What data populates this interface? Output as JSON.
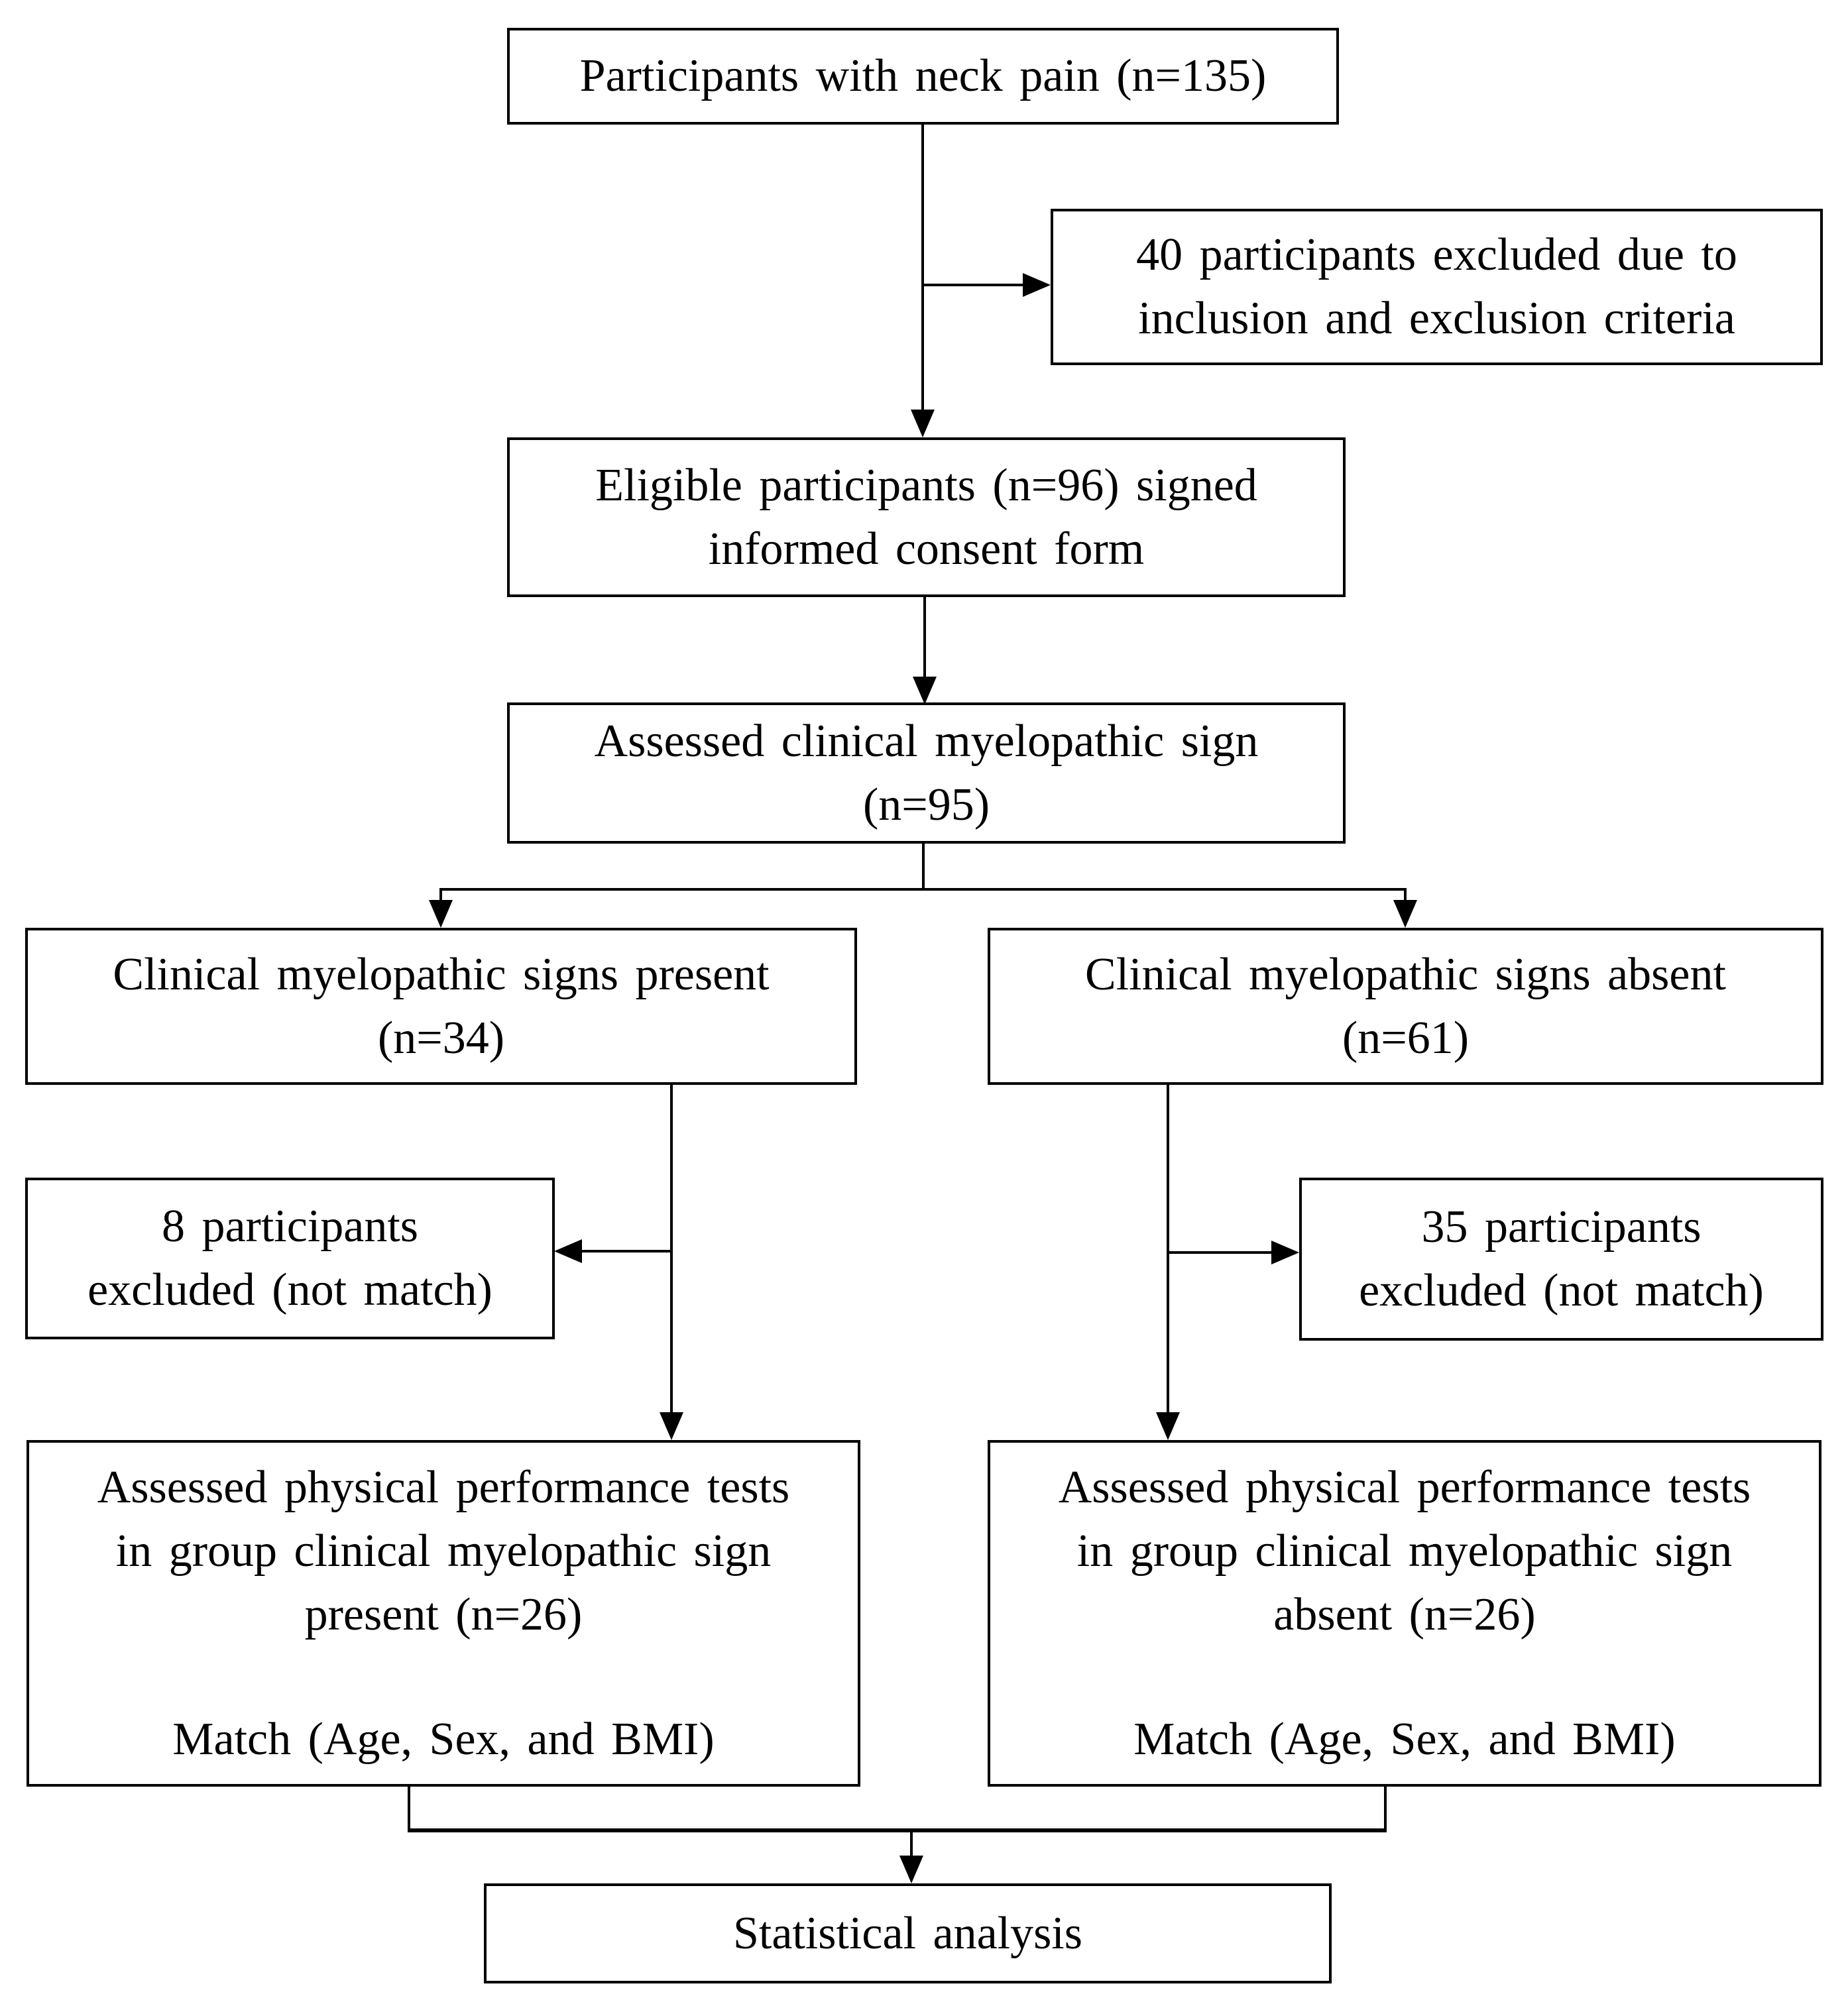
{
  "page": {
    "background_color": "#ffffff",
    "line_color": "#000000",
    "text_color": "#000000"
  },
  "diagram": {
    "type": "flowchart",
    "description": "Participant enrollment and group allocation flow diagram",
    "nodes": {
      "neck_pain": {
        "lines": [
          "Participants with neck pain (n=135)"
        ]
      },
      "excluded_criteria": {
        "lines": [
          "40 participants excluded due to",
          "inclusion and exclusion criteria"
        ]
      },
      "eligible": {
        "lines": [
          "Eligible participants (n=96) signed",
          "informed consent form"
        ]
      },
      "assessed_sign": {
        "lines": [
          "Assessed clinical myelopathic sign",
          "(n=95)"
        ]
      },
      "signs_present": {
        "lines": [
          "Clinical myelopathic signs present",
          "(n=34)"
        ]
      },
      "signs_absent": {
        "lines": [
          "Clinical myelopathic signs absent",
          "(n=61)"
        ]
      },
      "excluded_present": {
        "lines": [
          "8 participants",
          "excluded (not match)"
        ]
      },
      "excluded_absent": {
        "lines": [
          "35 participants",
          "excluded (not match)"
        ]
      },
      "tests_present": {
        "lines": [
          "Assessed physical performance tests",
          "in group clinical myelopathic sign",
          "present (n=26)",
          "Match (Age, Sex, and BMI)"
        ]
      },
      "tests_absent": {
        "lines": [
          "Assessed physical performance tests",
          "in group clinical myelopathic sign",
          "absent (n=26)",
          "Match (Age, Sex, and BMI)"
        ]
      },
      "statistical": {
        "lines": [
          "Statistical analysis"
        ]
      }
    },
    "edges": [
      {
        "from": "neck_pain",
        "to": "eligible"
      },
      {
        "from": "neck_pain",
        "to": "excluded_criteria"
      },
      {
        "from": "eligible",
        "to": "assessed_sign"
      },
      {
        "from": "assessed_sign",
        "to": "signs_present"
      },
      {
        "from": "assessed_sign",
        "to": "signs_absent"
      },
      {
        "from": "signs_present",
        "to": "excluded_present"
      },
      {
        "from": "signs_present",
        "to": "tests_present"
      },
      {
        "from": "signs_absent",
        "to": "excluded_absent"
      },
      {
        "from": "signs_absent",
        "to": "tests_absent"
      },
      {
        "from": "tests_present",
        "to": "statistical"
      },
      {
        "from": "tests_absent",
        "to": "statistical"
      }
    ]
  }
}
